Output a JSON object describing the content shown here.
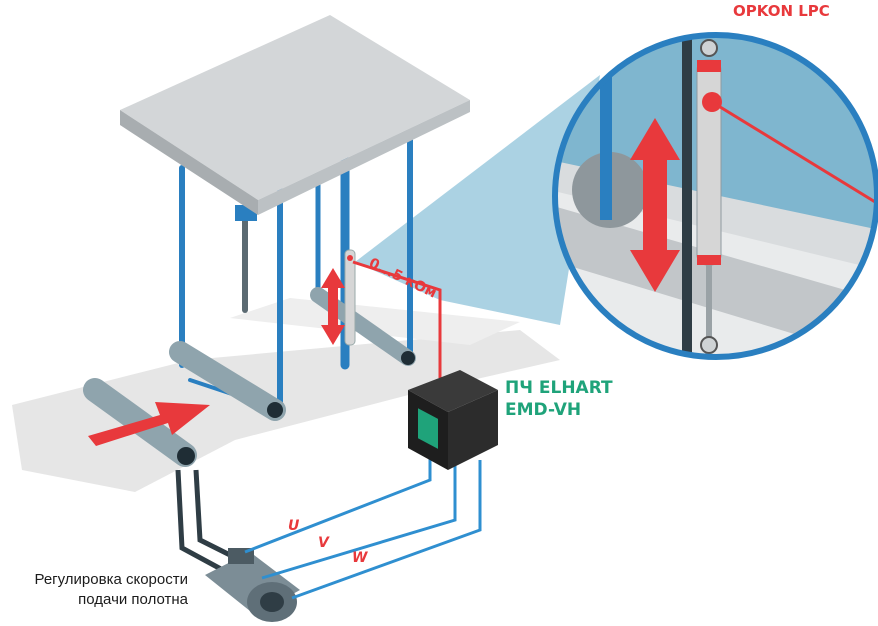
{
  "labels": {
    "sensor_name": "OPKON  LPC",
    "drive_line1": "ПЧ ELHART",
    "drive_line2": "EMD-VH",
    "resistance": "0...5 кОм",
    "phase_u": "U",
    "phase_v": "V",
    "phase_w": "W",
    "caption_line1": "Регулировка скорости",
    "caption_line2": "подачи полотна"
  },
  "colors": {
    "red_accent": "#e8393c",
    "green_accent": "#1fa37a",
    "blue_wire": "#2f8fd0",
    "frame_blue": "#2a7fc0",
    "roller_grey": "#8fa4ad",
    "table_grey": "#d3d6d8",
    "magnifier_blue": "#7fb6cf"
  },
  "icons": {
    "direction_arrow": "arrow-right-icon",
    "movement_arrow": "double-arrow-vertical-icon"
  }
}
